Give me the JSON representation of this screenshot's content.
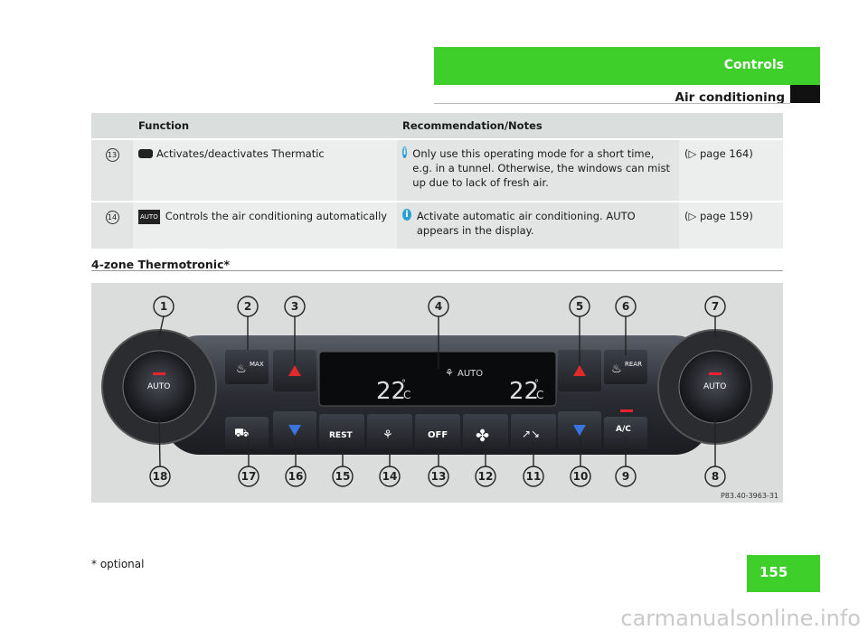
{
  "header": {
    "chapter": "Controls",
    "section": "Air conditioning"
  },
  "table": {
    "headers": [
      "Function",
      "Recommendation/Notes"
    ],
    "rows": [
      {
        "num": "13",
        "function": "Activates/deactivates Thermatic",
        "note": "Only use this operating mode for a short time, e.g. in a tunnel. Otherwise, the windows can mist up due to lack of fresh air.",
        "ref": "(▷ page 164)"
      },
      {
        "num": "14",
        "function": "Controls the air conditioning automatically",
        "note": "Activate automatic air conditioning. AUTO appears in the display.",
        "ref": "(▷ page 159)"
      }
    ]
  },
  "subheading": "4-zone Thermotronic*",
  "panel": {
    "callouts_top": [
      "1",
      "2",
      "3",
      "4",
      "5",
      "6",
      "7"
    ],
    "callouts_bottom": [
      "18",
      "17",
      "16",
      "15",
      "14",
      "13",
      "12",
      "11",
      "10",
      "9",
      "8"
    ],
    "display_left_temp": "22",
    "display_right_temp": "22",
    "display_unit": "°C",
    "display_mode": "AUTO",
    "left_knob_label": "AUTO",
    "right_knob_label": "AUTO",
    "btn_max": "MAX",
    "btn_rear": "REAR",
    "btn_rest": "REST",
    "btn_off": "OFF",
    "btn_ac": "A/C",
    "part_number": "P83.40-3963-31"
  },
  "footnote": "* optional",
  "page_number": "155",
  "watermark": "carmanualsonline.info"
}
